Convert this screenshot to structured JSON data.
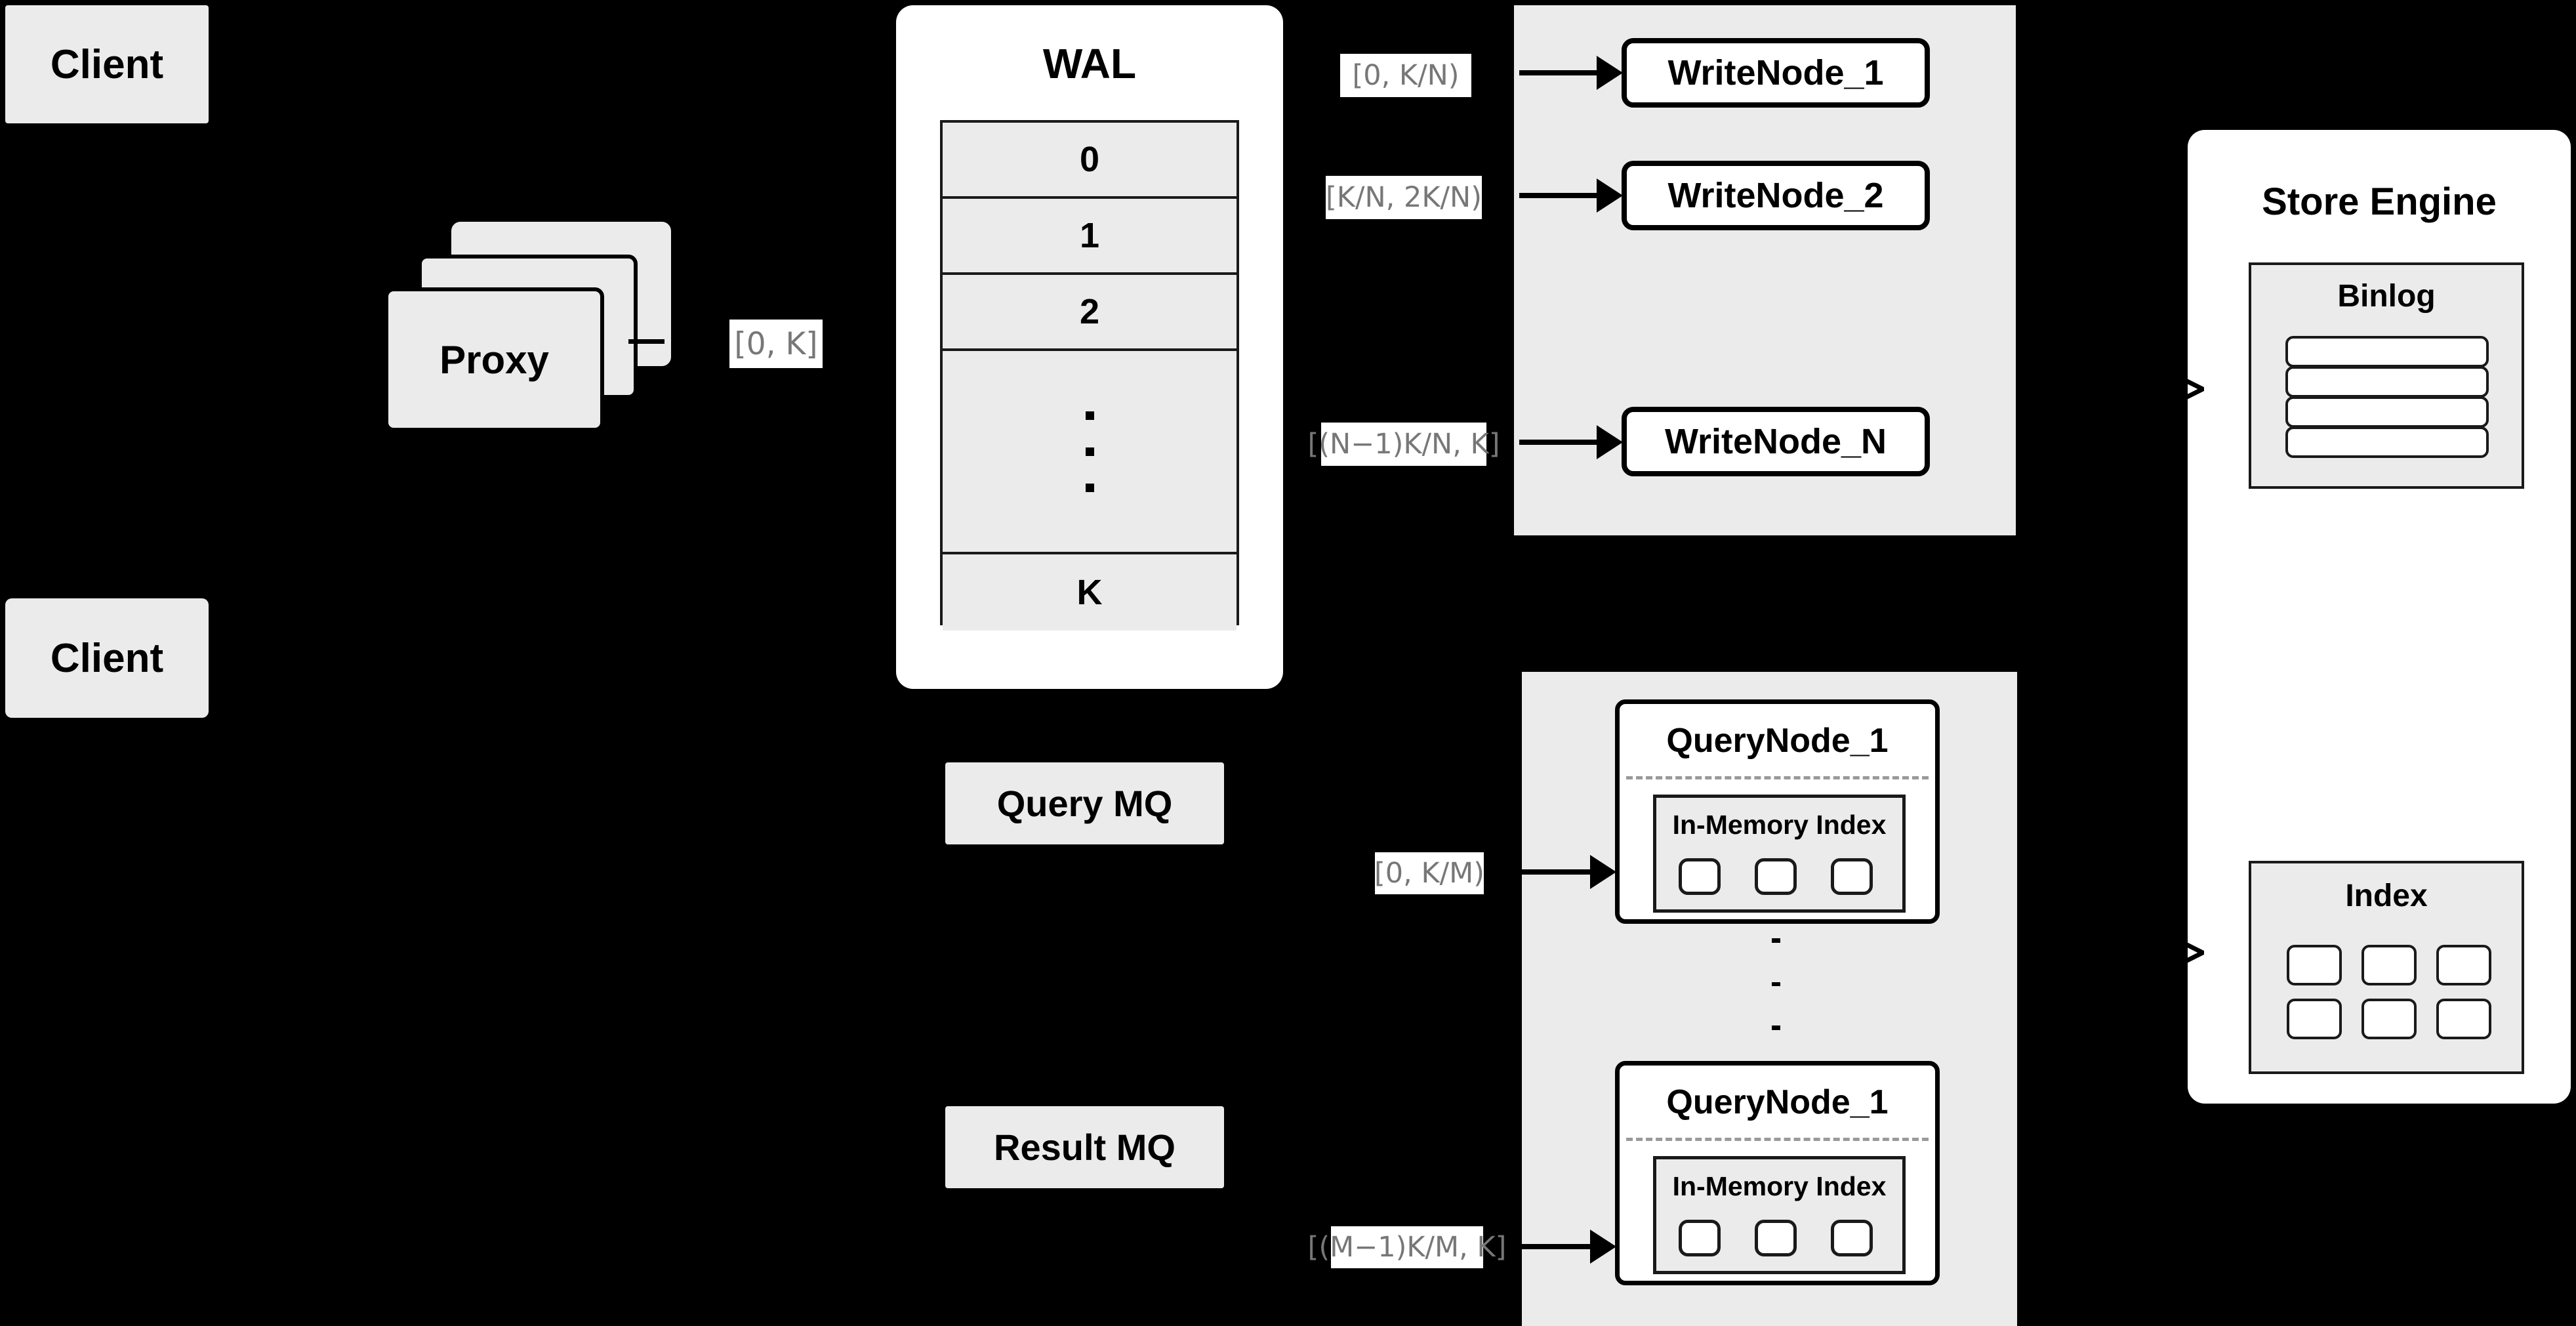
{
  "diagram": {
    "title": "Distributed Vector Database Write/Query Architecture",
    "background_color": "#000000",
    "node_fill": "#ebebeb",
    "panel_fill": "#ffffff",
    "stroke_color": "#000000",
    "label_text_color": "#777777"
  },
  "clients": [
    {
      "label": "Client"
    },
    {
      "label": "Client"
    }
  ],
  "proxy": {
    "label": "Proxy",
    "stack_count": 3
  },
  "wal": {
    "title": "WAL",
    "rows": [
      "0",
      "1",
      "2",
      "···",
      "K"
    ],
    "visible_rows": [
      "0",
      "1",
      "2",
      "K"
    ],
    "ellipsis_dots": 3
  },
  "queues": {
    "query_mq": {
      "label": "Query MQ"
    },
    "result_mq": {
      "label": "Result MQ"
    }
  },
  "write_cluster": {
    "nodes": [
      {
        "label": "WriteNode_1"
      },
      {
        "label": "WriteNode_2"
      },
      {
        "label": "WriteNode_N"
      }
    ],
    "ellipsis_dots": 3,
    "range_labels": [
      "[0,  K/N)",
      "[K/N, 2K/N)",
      "[(N−1)K/N,  K]"
    ]
  },
  "query_cluster": {
    "nodes": [
      {
        "label": "QueryNode_1",
        "index_title": "In-Memory Index",
        "segments": 3
      },
      {
        "label": "QueryNode_1",
        "index_title": "In-Memory Index",
        "segments": 3
      }
    ],
    "ellipsis_dots": 3,
    "range_labels": [
      "[0, K/M)",
      "[(M−1)K/M, K]"
    ]
  },
  "store_engine": {
    "title": "Store Engine",
    "binlog": {
      "title": "Binlog",
      "rows": 4
    },
    "index": {
      "title": "Index",
      "cells": 6,
      "columns": 3,
      "rows": 2
    }
  },
  "proxy_range_label": "[0, K]"
}
